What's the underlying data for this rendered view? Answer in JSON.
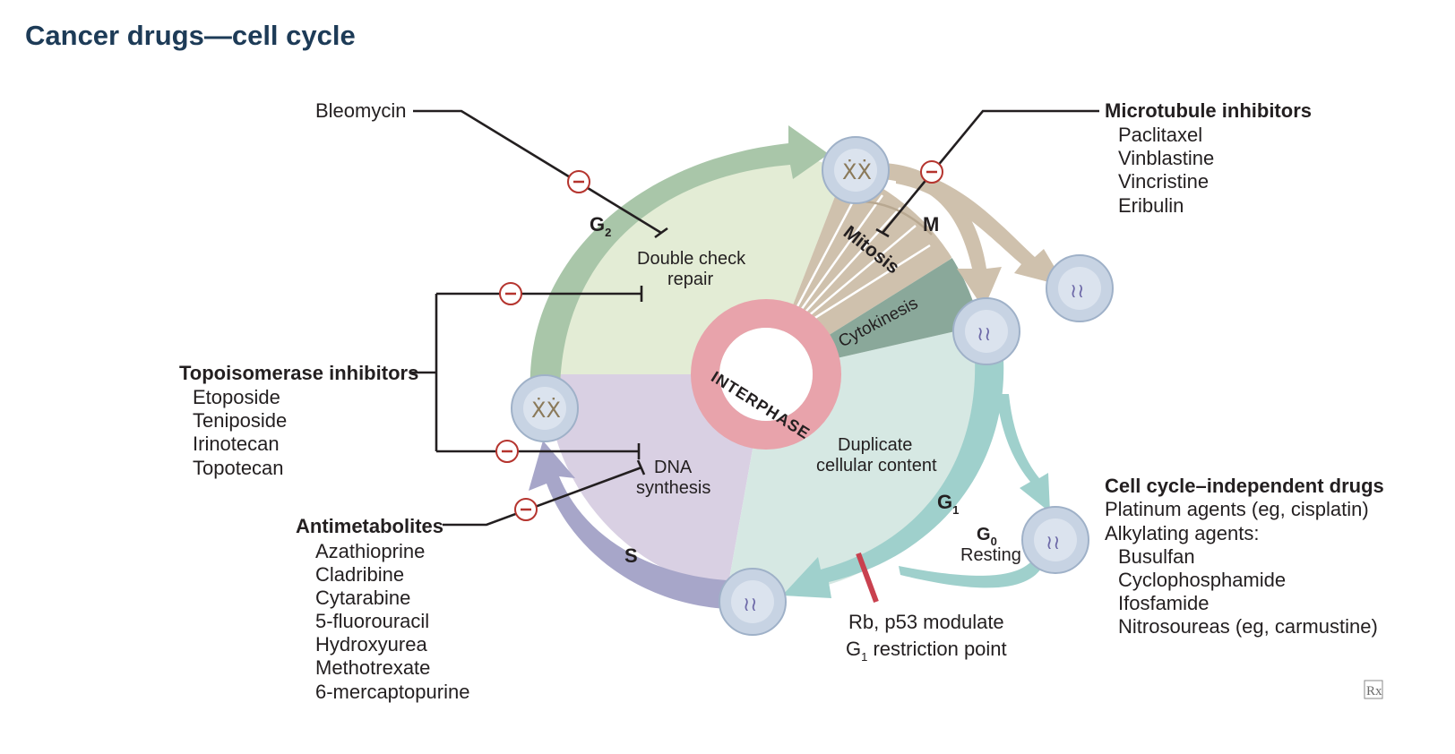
{
  "title": "Cancer drugs—cell cycle",
  "phases": {
    "g2": "G",
    "g2_sub": "2",
    "m": "M",
    "mitosis": "Mitosis",
    "cytokinesis": "Cytokinesis",
    "g1": "G",
    "g1_sub": "1",
    "s": "S",
    "g0": "G",
    "g0_sub": "0",
    "resting": "Resting",
    "interphase": "INTERPHASE"
  },
  "center_labels": {
    "double_check_1": "Double check",
    "double_check_2": "repair",
    "dna_1": "DNA",
    "dna_2": "synthesis",
    "dup_1": "Duplicate",
    "dup_2": "cellular content",
    "rb_1": "Rb, p53 modulate",
    "rb_2_g": "G",
    "rb_2_sub": "1",
    "rb_2_rest": " restriction point"
  },
  "drugs": {
    "bleomycin": "Bleomycin",
    "microtubule": {
      "header": "Microtubule inhibitors",
      "items": [
        "Paclitaxel",
        "Vinblastine",
        "Vincristine",
        "Eribulin"
      ]
    },
    "topoisomerase": {
      "header": "Topoisomerase inhibitors",
      "items": [
        "Etoposide",
        "Teniposide",
        "Irinotecan",
        "Topotecan"
      ]
    },
    "antimetabolites": {
      "header": "Antimetabolites",
      "items": [
        "Azathioprine",
        "Cladribine",
        "Cytarabine",
        "5-fluorouracil",
        "Hydroxyurea",
        "Methotrexate",
        "6-mercaptopurine"
      ]
    },
    "independent": {
      "header": "Cell cycle–independent drugs",
      "line1": "Platinum agents (eg, cisplatin)",
      "line2": "Alkylating agents:",
      "items": [
        "Busulfan",
        "Cyclophosphamide",
        "Ifosfamide",
        "Nitrosoureas (eg, carmustine)"
      ]
    }
  },
  "inhibit_symbol": "−",
  "rx_icon": "Rx",
  "colors": {
    "g2_green": "#a9c6a9",
    "sector_g2": "#e3ecd5",
    "sector_s": "#d9d0e3",
    "sector_g1": "#d6e8e3",
    "mitosis_tan": "#cfc1ad",
    "cytokinesis": "#8aa89a",
    "teal": "#9fd0cc",
    "s_purple": "#a7a6c9",
    "interphase_ring": "#e8a3ab",
    "inhibit_red": "#b5342e",
    "restriction": "#c9414f"
  }
}
